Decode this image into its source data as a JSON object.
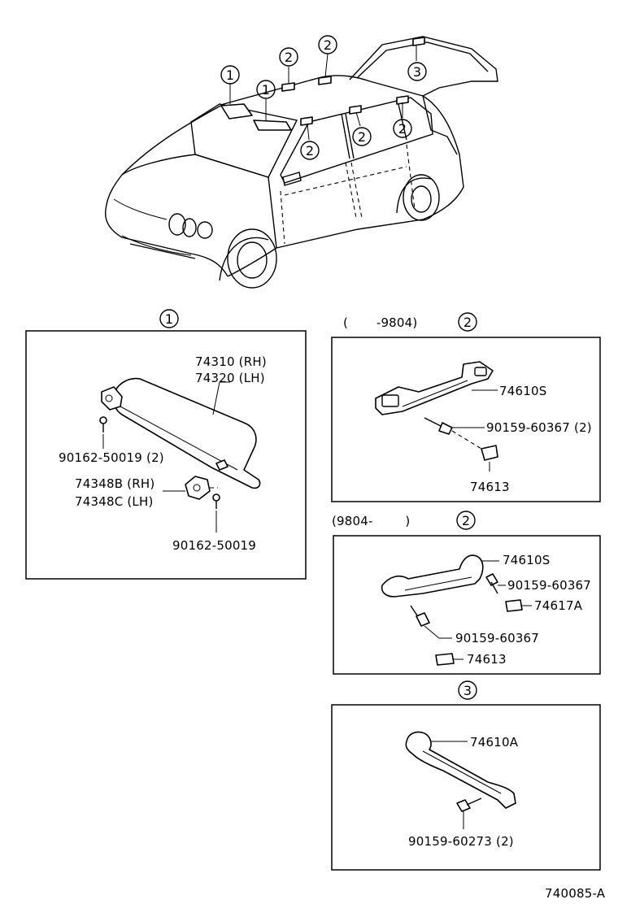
{
  "callouts": {
    "c1a": "1",
    "c1b": "1",
    "c2a": "2",
    "c2b": "2",
    "c2c": "2",
    "c2d": "2",
    "c2e": "2",
    "c3a": "3"
  },
  "panel1": {
    "marker": "1",
    "labels": {
      "visor_rh": "74310 (RH)",
      "visor_lh": "74320 (LH)",
      "screw_2": "90162-50019 (2)",
      "holder_rh": "74348B (RH)",
      "holder_lh": "74348C (LH)",
      "screw": "90162-50019"
    }
  },
  "panel2a": {
    "date_range": "(       -9804)",
    "marker": "2",
    "labels": {
      "grip": "74610S",
      "screw": "90159-60367 (2)",
      "cover": "74613"
    }
  },
  "panel2b": {
    "date_range": "(9804-        )",
    "marker": "2",
    "labels": {
      "grip": "74610S",
      "screw_a": "90159-60367",
      "cover_a": "74617A",
      "screw_b": "90159-60367",
      "cover_b": "74613"
    }
  },
  "panel3": {
    "marker": "3",
    "labels": {
      "grip": "74610A",
      "screw": "90159-60273 (2)"
    }
  },
  "footer": {
    "diagram_id": "740085-A"
  }
}
